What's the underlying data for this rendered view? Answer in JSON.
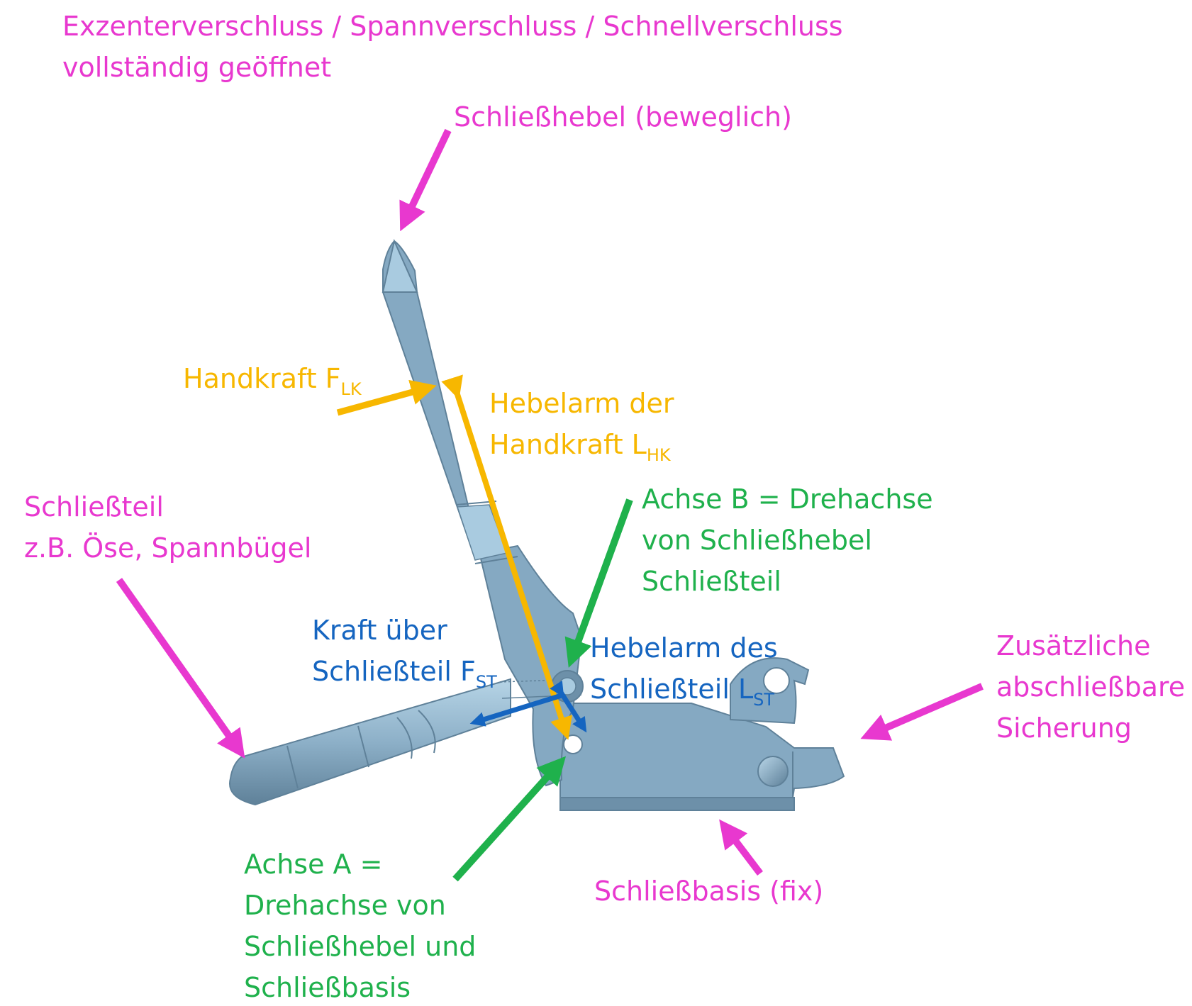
{
  "colors": {
    "magenta": "#e838cf",
    "orange": "#f7b700",
    "green": "#1fb14c",
    "blue": "#1565c0",
    "metal": "#85a9c2",
    "metal_light": "#a9cbe0",
    "metal_dark": "#5f8199"
  },
  "title": {
    "line1": "Exzenterverschluss / Spannverschluss / Schnellverschluss",
    "line2": "vollständig geöffnet"
  },
  "labels": {
    "lever": "Schließhebel (beweglich)",
    "hand_force": {
      "text": "Handkraft F",
      "sub": "LK"
    },
    "lever_arm_hand": {
      "line1": "Hebelarm der",
      "line2": "Handkraft L",
      "sub": "HK"
    },
    "axis_b": {
      "line1": "Achse B = Drehachse",
      "line2": "von Schließhebel",
      "line3": "Schließteil"
    },
    "closing_part": {
      "line1": "Schließteil",
      "line2": "z.B. Öse, Spannbügel"
    },
    "force_closing_part": {
      "line1": "Kraft über",
      "line2": "Schließteil F",
      "sub": "ST"
    },
    "lever_arm_closing_part": {
      "line1": "Hebelarm des",
      "line2": "Schließteil L",
      "sub": "ST"
    },
    "safety": {
      "line1": "Zusätzliche",
      "line2": "abschließbare",
      "line3": "Sicherung"
    },
    "base": "Schließbasis (fix)",
    "axis_a": {
      "line1": "Achse A =",
      "line2": "Drehachse von",
      "line3": "Schließhebel und",
      "line4": "Schließbasis"
    }
  }
}
